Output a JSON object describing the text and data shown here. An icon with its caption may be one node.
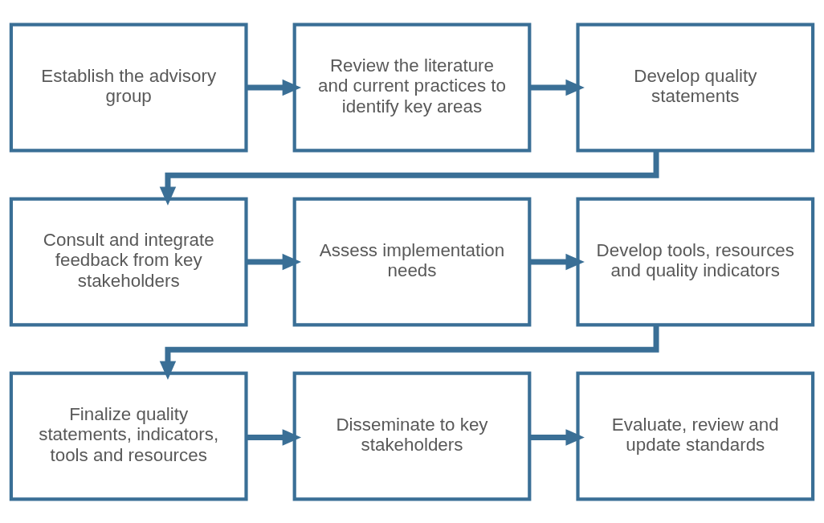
{
  "diagram": {
    "nodes": [
      {
        "text": [
          "Establish the advisory group"
        ]
      },
      {
        "text": [
          "Review the literature and current practices to identify key areas"
        ]
      },
      {
        "text": [
          "Develop quality statements"
        ]
      },
      {
        "text": [
          "Consult and integrate feedback from key stakeholders"
        ]
      },
      {
        "text": [
          "Assess implementation needs"
        ]
      },
      {
        "text": [
          "Develop tools, resources and quality indicators"
        ]
      },
      {
        "text": [
          "Finalize quality statements, indicators, tools and resources"
        ]
      },
      {
        "text": [
          "Disseminate to key stakeholders"
        ]
      },
      {
        "text": [
          "Evaluate, review and update standards"
        ]
      }
    ],
    "edges": [
      {
        "from": 0,
        "to": 1,
        "arrow": "to"
      },
      {
        "from": 1,
        "to": 2,
        "arrow": "to"
      },
      {
        "from": 2,
        "to": 3,
        "arrow": "to"
      },
      {
        "from": 3,
        "to": 4,
        "arrow": "to"
      },
      {
        "from": 4,
        "to": 5,
        "arrow": "to"
      },
      {
        "from": 5,
        "to": 6,
        "arrow": "to"
      },
      {
        "from": 6,
        "to": 7,
        "arrow": "to"
      },
      {
        "from": 7,
        "to": 8,
        "arrow": "to"
      }
    ]
  }
}
